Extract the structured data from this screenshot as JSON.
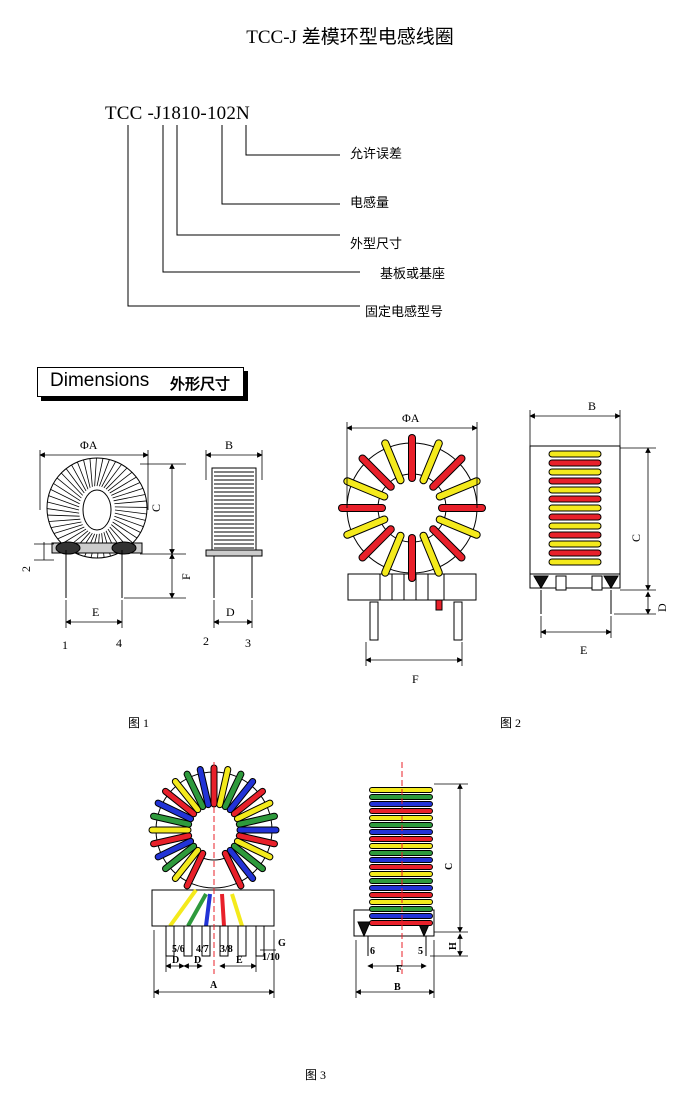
{
  "title": "TCC-J 差模环型电感线圈",
  "part_number": "TCC -J1810-102N",
  "callouts": [
    "允许误差",
    "电感量",
    "外型尺寸",
    "基板或基座",
    "固定电感型号"
  ],
  "dimensions_heading": {
    "en": "Dimensions",
    "zh": "外形尺寸"
  },
  "fig1": {
    "caption": "图 1",
    "labels": {
      "phiA": "ΦA",
      "B": "B",
      "C": "C",
      "F": "F",
      "E": "E",
      "D": "D",
      "two": "2",
      "pin1": "1",
      "pin4": "4",
      "pin2": "2",
      "pin3": "3"
    }
  },
  "fig2": {
    "caption": "图 2",
    "labels": {
      "phiA": "ΦA",
      "B": "B",
      "C": "C",
      "D": "D",
      "F": "F",
      "E": "E"
    }
  },
  "fig3": {
    "caption": "图 3",
    "labels": {
      "p56": "5/6",
      "p47": "4/7",
      "p38": "3/8",
      "p110": "1/10",
      "G": "G",
      "D1": "D",
      "D2": "D",
      "E": "E",
      "A": "A",
      "C": "C",
      "H": "H",
      "p6": "6",
      "p5": "5",
      "F": "F",
      "B": "B"
    }
  },
  "colors": {
    "red": "#e8202a",
    "yellow": "#f4ea1c",
    "green": "#2e9a3c",
    "blue": "#2233d6",
    "black": "#000000"
  }
}
